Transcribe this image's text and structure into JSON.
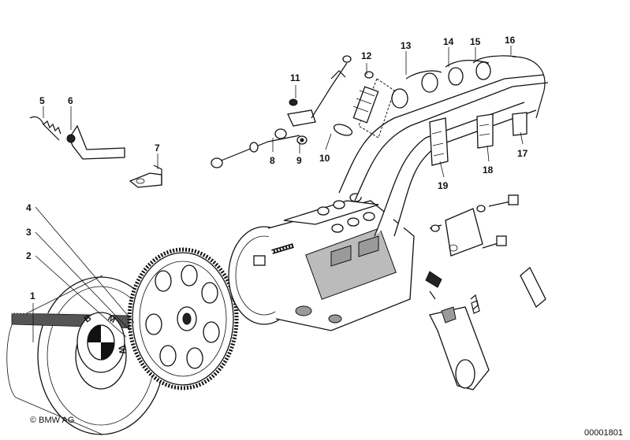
{
  "diagram": {
    "callouts": [
      {
        "id": "c1",
        "label": "1"
      },
      {
        "id": "c2",
        "label": "2"
      },
      {
        "id": "c3",
        "label": "3"
      },
      {
        "id": "c4",
        "label": "4"
      },
      {
        "id": "c5",
        "label": "5"
      },
      {
        "id": "c6",
        "label": "6"
      },
      {
        "id": "c7",
        "label": "7"
      },
      {
        "id": "c8",
        "label": "8"
      },
      {
        "id": "c9",
        "label": "9"
      },
      {
        "id": "c10",
        "label": "10"
      },
      {
        "id": "c11",
        "label": "11"
      },
      {
        "id": "c12",
        "label": "12"
      },
      {
        "id": "c13",
        "label": "13"
      },
      {
        "id": "c14",
        "label": "14"
      },
      {
        "id": "c15",
        "label": "15"
      },
      {
        "id": "c16",
        "label": "16"
      },
      {
        "id": "c17",
        "label": "17"
      },
      {
        "id": "c18",
        "label": "18"
      },
      {
        "id": "c19",
        "label": "19"
      }
    ],
    "copyright": "© BMW AG",
    "drawing_number": "00001801",
    "logo_letters": [
      "B",
      "M",
      "W"
    ]
  }
}
